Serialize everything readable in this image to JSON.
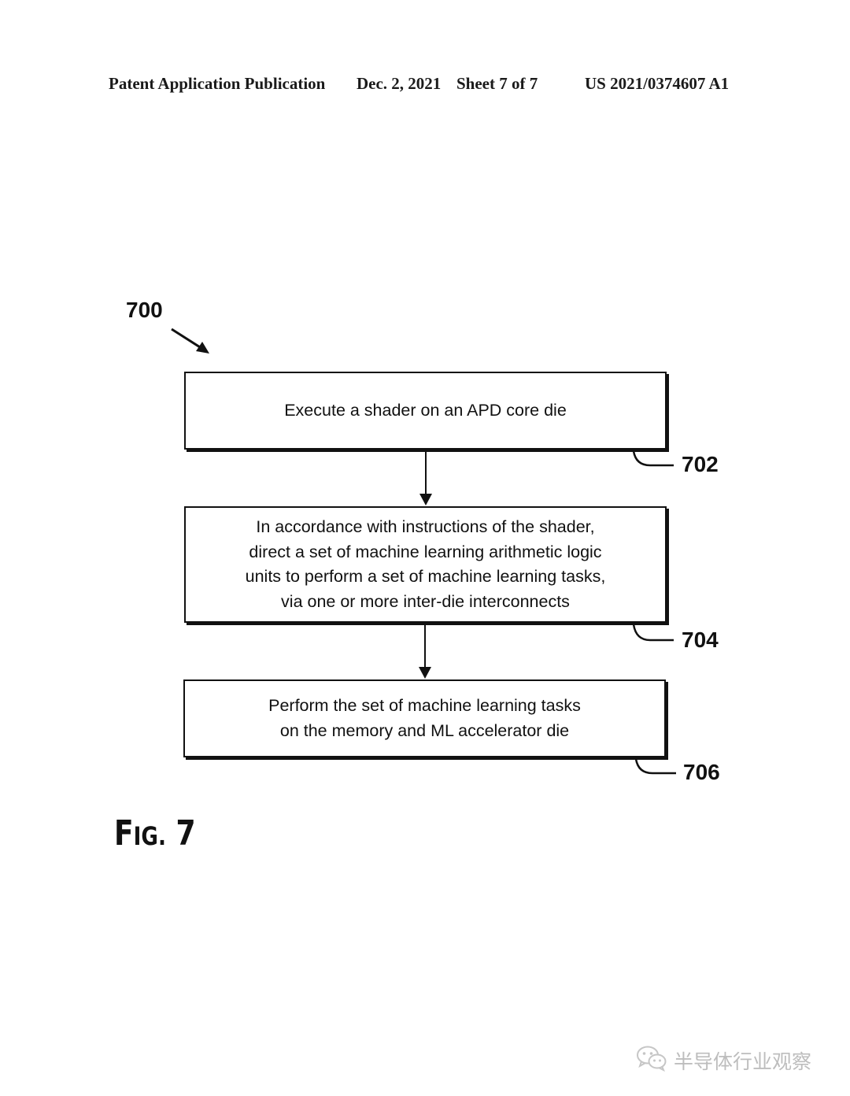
{
  "header": {
    "publication_label": "Patent Application Publication",
    "date": "Dec. 2, 2021",
    "sheet": "Sheet 7 of 7",
    "patent_number": "US 2021/0374607 A1"
  },
  "diagram": {
    "reference_number": "700",
    "steps": [
      {
        "ref": "702",
        "text": "Execute a shader on an APD core die"
      },
      {
        "ref": "704",
        "text": "In accordance with instructions of the shader,\ndirect a set of machine learning arithmetic logic\nunits to perform a set of machine learning tasks,\nvia one or more inter-die interconnects"
      },
      {
        "ref": "706",
        "text": "Perform the set of machine learning tasks\non the memory and ML accelerator die"
      }
    ]
  },
  "figure_label": {
    "prefix": "F",
    "small_caps": "IG.",
    "number": "7"
  },
  "watermark": {
    "text": "半导体行业观察",
    "icon": "wechat-icon"
  }
}
